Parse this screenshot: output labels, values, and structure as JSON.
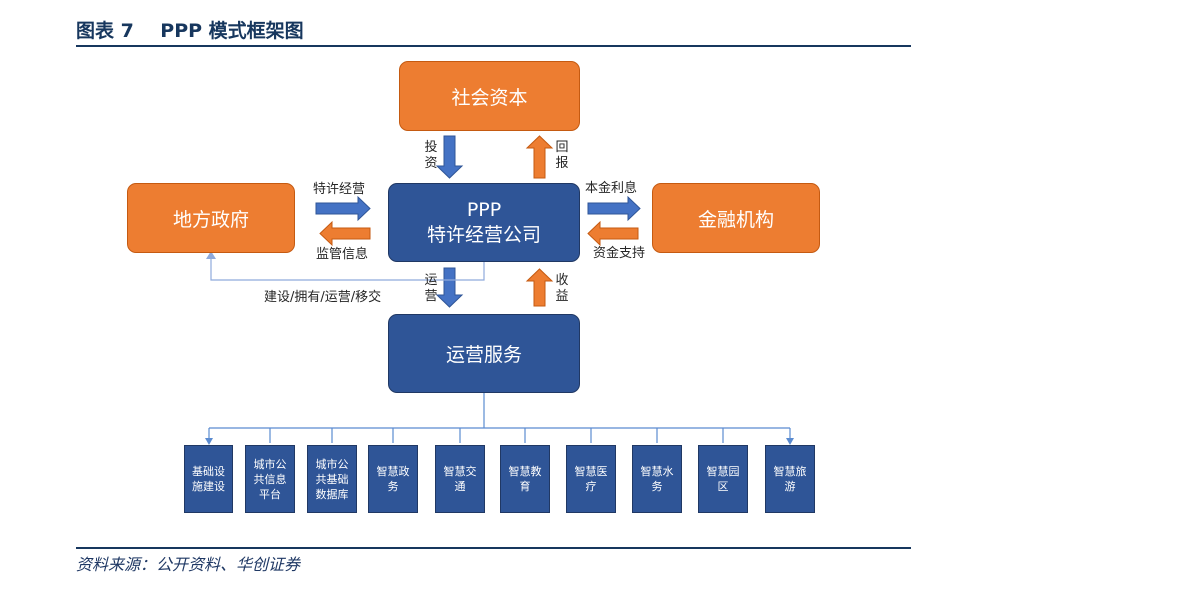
{
  "figure": {
    "title": "图表 7    PPP 模式框架图",
    "source": "资料来源：公开资料、华创证券"
  },
  "nodes": {
    "social_capital": "社会资本",
    "local_gov": "地方政府",
    "ppp_line1": "PPP",
    "ppp_line2": "特许经营公司",
    "financial": "金融机构",
    "operation": "运营服务"
  },
  "edges": {
    "invest": "投资",
    "return": "回报",
    "franchise": "特许经营",
    "supervision": "监管信息",
    "principal_interest": "本金利息",
    "funding": "资金支持",
    "operate": "运营",
    "revenue": "收益",
    "bot": "建设/拥有/运营/移交"
  },
  "services": [
    {
      "line1": "基础设",
      "line2": "施建设",
      "line3": ""
    },
    {
      "line1": "城市公",
      "line2": "共信息",
      "line3": "平台"
    },
    {
      "line1": "城市公",
      "line2": "共基础",
      "line3": "数据库"
    },
    {
      "line1": "智慧政",
      "line2": "务",
      "line3": ""
    },
    {
      "line1": "智慧交",
      "line2": "通",
      "line3": ""
    },
    {
      "line1": "智慧教",
      "line2": "育",
      "line3": ""
    },
    {
      "line1": "智慧医",
      "line2": "疗",
      "line3": ""
    },
    {
      "line1": "智慧水",
      "line2": "务",
      "line3": ""
    },
    {
      "line1": "智慧园",
      "line2": "区",
      "line3": ""
    },
    {
      "line1": "智慧旅",
      "line2": "游",
      "line3": ""
    }
  ],
  "colors": {
    "blue_node": "#2f5597",
    "orange_node": "#ed7d31",
    "blue_arrow": "#4472c4",
    "orange_arrow": "#ed7d31",
    "connector": "#5b8bd0",
    "title": "#17375e"
  }
}
